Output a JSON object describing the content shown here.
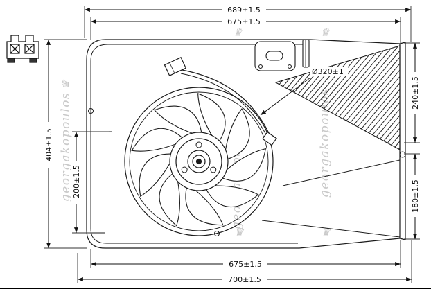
{
  "meta": {
    "watermark_text": "georgakopoulos",
    "crown_glyph": "♛",
    "line_color": "#1a1a1a",
    "watermark_color": "#c9c9c9"
  },
  "dimensions": {
    "top_outer": "689±1.5",
    "top_inner": "675±1.5",
    "left_height": "404±1.5",
    "left_inner": "200±1.5",
    "right_upper": "240±1.5",
    "right_lower": "180±1.5",
    "bottom_inner": "675±1.5",
    "bottom_outer": "700±1.5",
    "fan_diameter": "Ø320±1"
  },
  "icons": {
    "bracket_part_icon": "mounting-bracket-thumbnail",
    "fan_assembly": "radiator-cooling-fan-drawing"
  }
}
